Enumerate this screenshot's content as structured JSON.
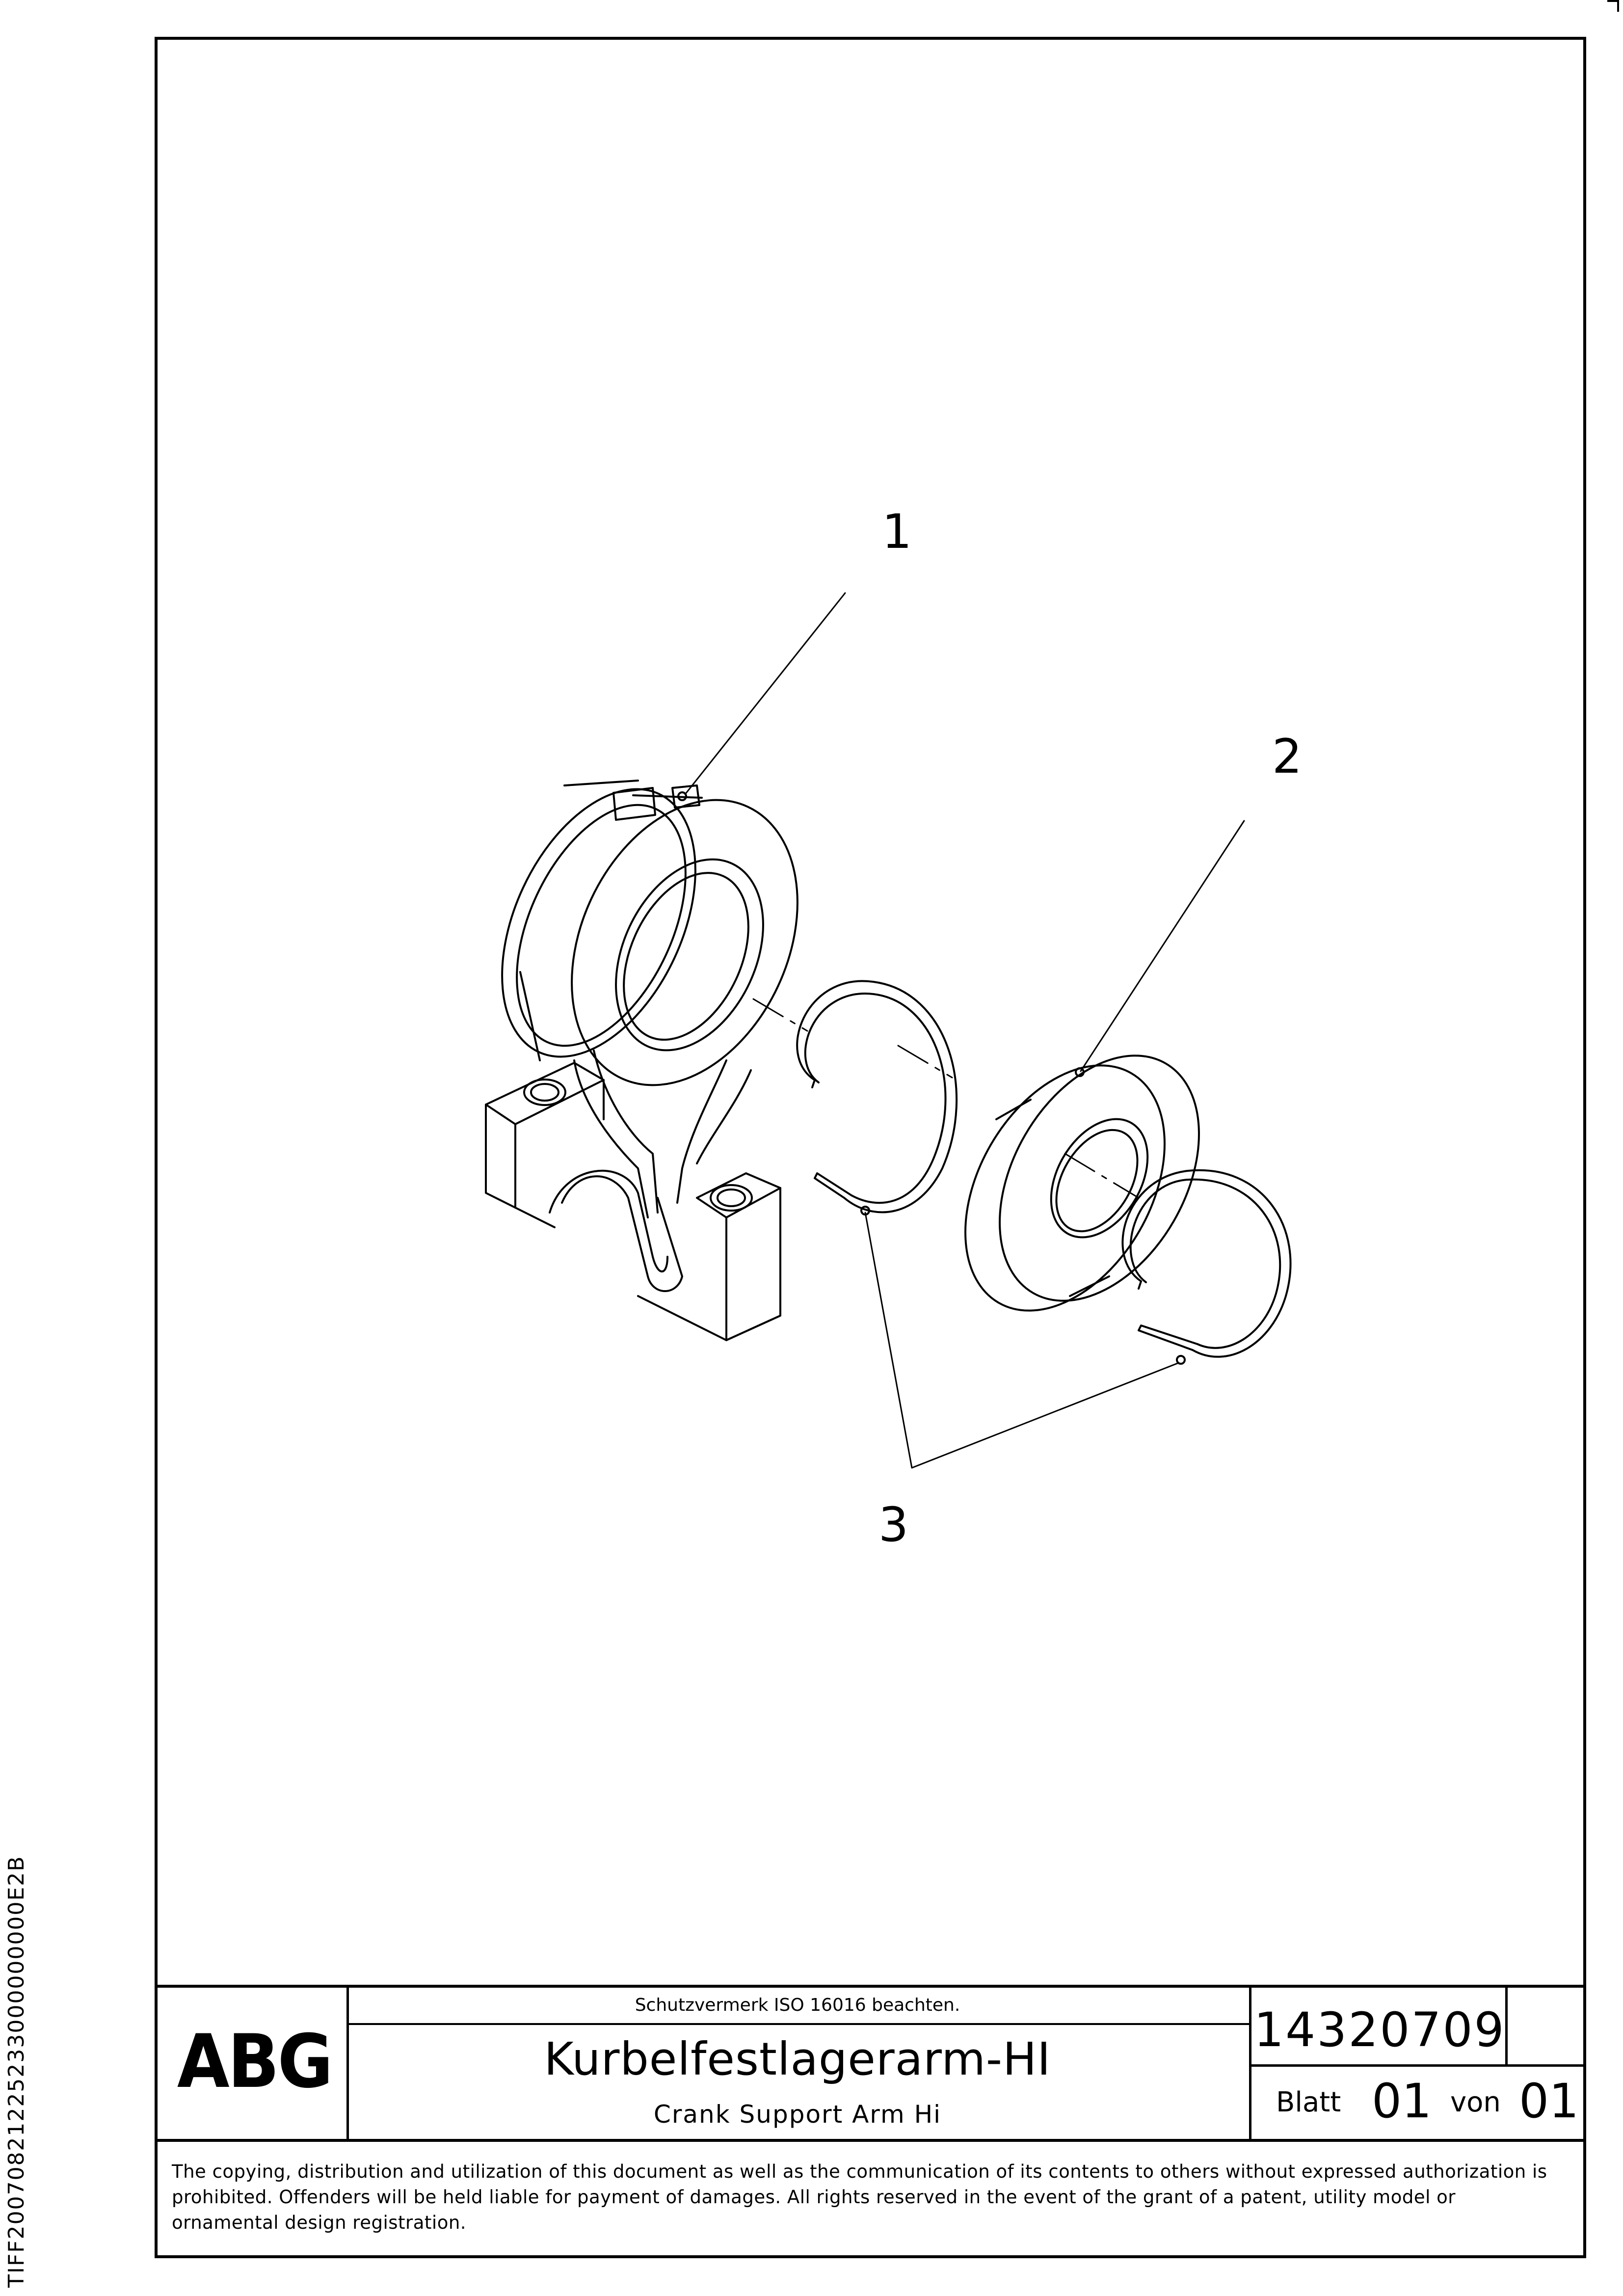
{
  "side_code": "TIFF20070821225233000000000E2B",
  "callouts": {
    "c1": "1",
    "c2": "2",
    "c3": "3"
  },
  "title_block": {
    "logo_text": "ABG",
    "protection_note": "Schutzvermerk ISO 16016 beachten.",
    "title_de": "Kurbelfestlagerarm-HI",
    "title_en": "Crank Support Arm Hi",
    "document_number": "14320709",
    "sheet_label": "Blatt",
    "sheet_number": "01",
    "of_label": "von",
    "of_number": "01"
  },
  "copyright_text": "The copying, distribution and utilization of this document as well as the communication of its contents to others without expressed authorization is prohibited. Offenders will be held liable for payment of damages. All rights reserved in the event of the grant of a patent, utility model or ornamental design registration."
}
